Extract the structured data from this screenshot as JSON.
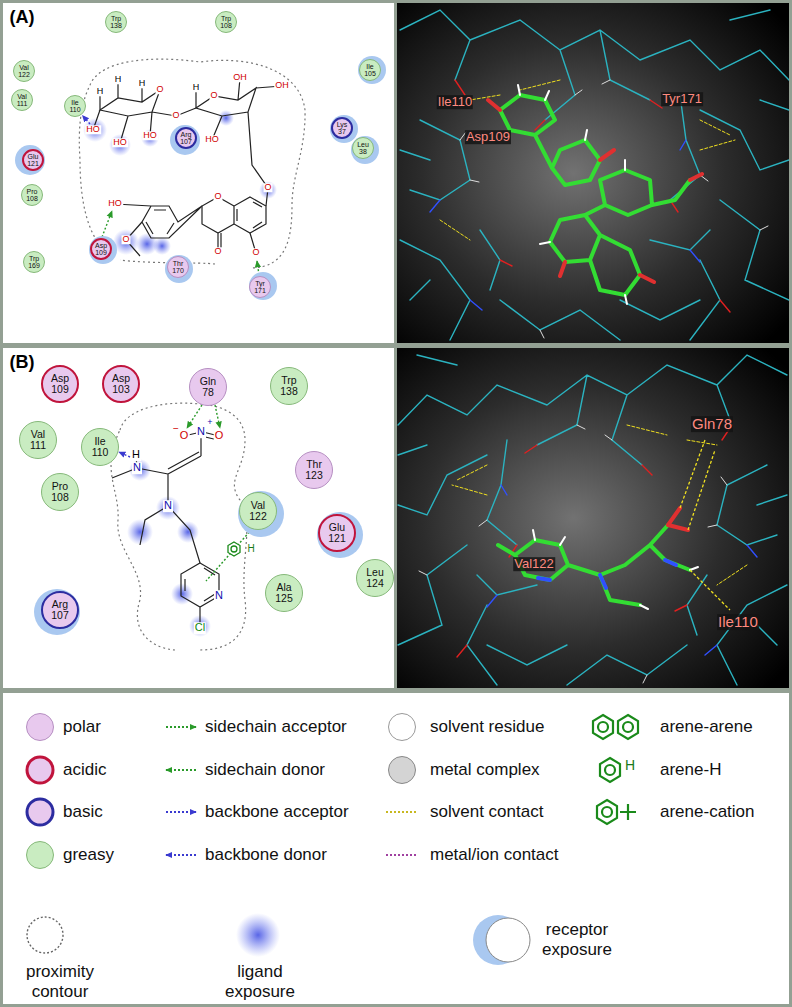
{
  "diagram": {
    "nodes": [
      {
        "text": [
          "Trp 138"
        ]
      },
      {
        "text": [
          "Trp 108"
        ]
      },
      {
        "text": [
          "Val 122"
        ]
      },
      {
        "text": [
          "Ile 105"
        ]
      },
      {
        "text": [
          "Val 111"
        ]
      },
      {
        "text": [
          "Ile 110"
        ]
      },
      {
        "text": [
          "Lys 37"
        ]
      },
      {
        "text": [
          "Arg 107"
        ]
      },
      {
        "text": [
          "Leu 38"
        ]
      },
      {
        "text": [
          "Glu 121"
        ]
      },
      {
        "text": [
          "Pro 108"
        ]
      },
      {
        "text": [
          "Asp 109"
        ]
      },
      {
        "text": [
          "Trp 169"
        ]
      },
      {
        "text": [
          "Thr 170"
        ]
      },
      {
        "text": [
          "Tyr 171"
        ]
      },
      {
        "text": [
          "Asp 109"
        ]
      },
      {
        "text": [
          "Asp 103"
        ]
      },
      {
        "text": [
          "Gln 78"
        ]
      },
      {
        "text": [
          "Trp 138"
        ]
      },
      {
        "text": [
          "Val 111"
        ]
      },
      {
        "text": [
          "Ile 110"
        ]
      },
      {
        "text": [
          "Thr 123"
        ]
      },
      {
        "text": [
          "Pro 108"
        ]
      },
      {
        "text": [
          "Val 122"
        ]
      },
      {
        "text": [
          "Glu 121"
        ]
      },
      {
        "text": [
          "Leu 124"
        ]
      },
      {
        "text": [
          "Ala 125"
        ]
      },
      {
        "text": [
          "Arg 107"
        ]
      }
    ],
    "labels": [
      "(A)",
      "H",
      "H",
      "H",
      "O",
      "HO",
      "HO",
      "HO",
      "O",
      "H",
      "O",
      "OH",
      "OH",
      "HO",
      "O",
      "O",
      "HO",
      "O",
      "O",
      "O",
      "Ile110",
      "Asp109",
      "Tyr171",
      "(B)",
      "−",
      "O",
      "N",
      "+",
      "O",
      "H",
      "N",
      "N",
      "N",
      "Cl",
      "H",
      "Gln78",
      "Val122",
      "Ile110",
      "H"
    ],
    "legend": [
      {
        "text": "polar",
        "color": "#e8c9ee"
      },
      {
        "text": "acidic"
      },
      {
        "text": "basic"
      },
      {
        "text": "greasy",
        "color": "#c9ecc1"
      },
      {
        "text": "sidechain acceptor"
      },
      {
        "text": "sidechain donor"
      },
      {
        "text": "backbone acceptor"
      },
      {
        "text": "backbone donor"
      },
      {
        "text": "solvent residue",
        "color": "#ffffff"
      },
      {
        "text": "metal complex",
        "color": "#d4d4d4"
      },
      {
        "text": "solvent contact"
      },
      {
        "text": "metal/ion contact"
      },
      {
        "text": "arene-arene"
      },
      {
        "text": "arene-H"
      },
      {
        "text": "arene-cation"
      },
      {
        "text": "proximity contour"
      },
      {
        "text": "ligand exposure"
      },
      {
        "text": "receptor exposure"
      }
    ]
  }
}
